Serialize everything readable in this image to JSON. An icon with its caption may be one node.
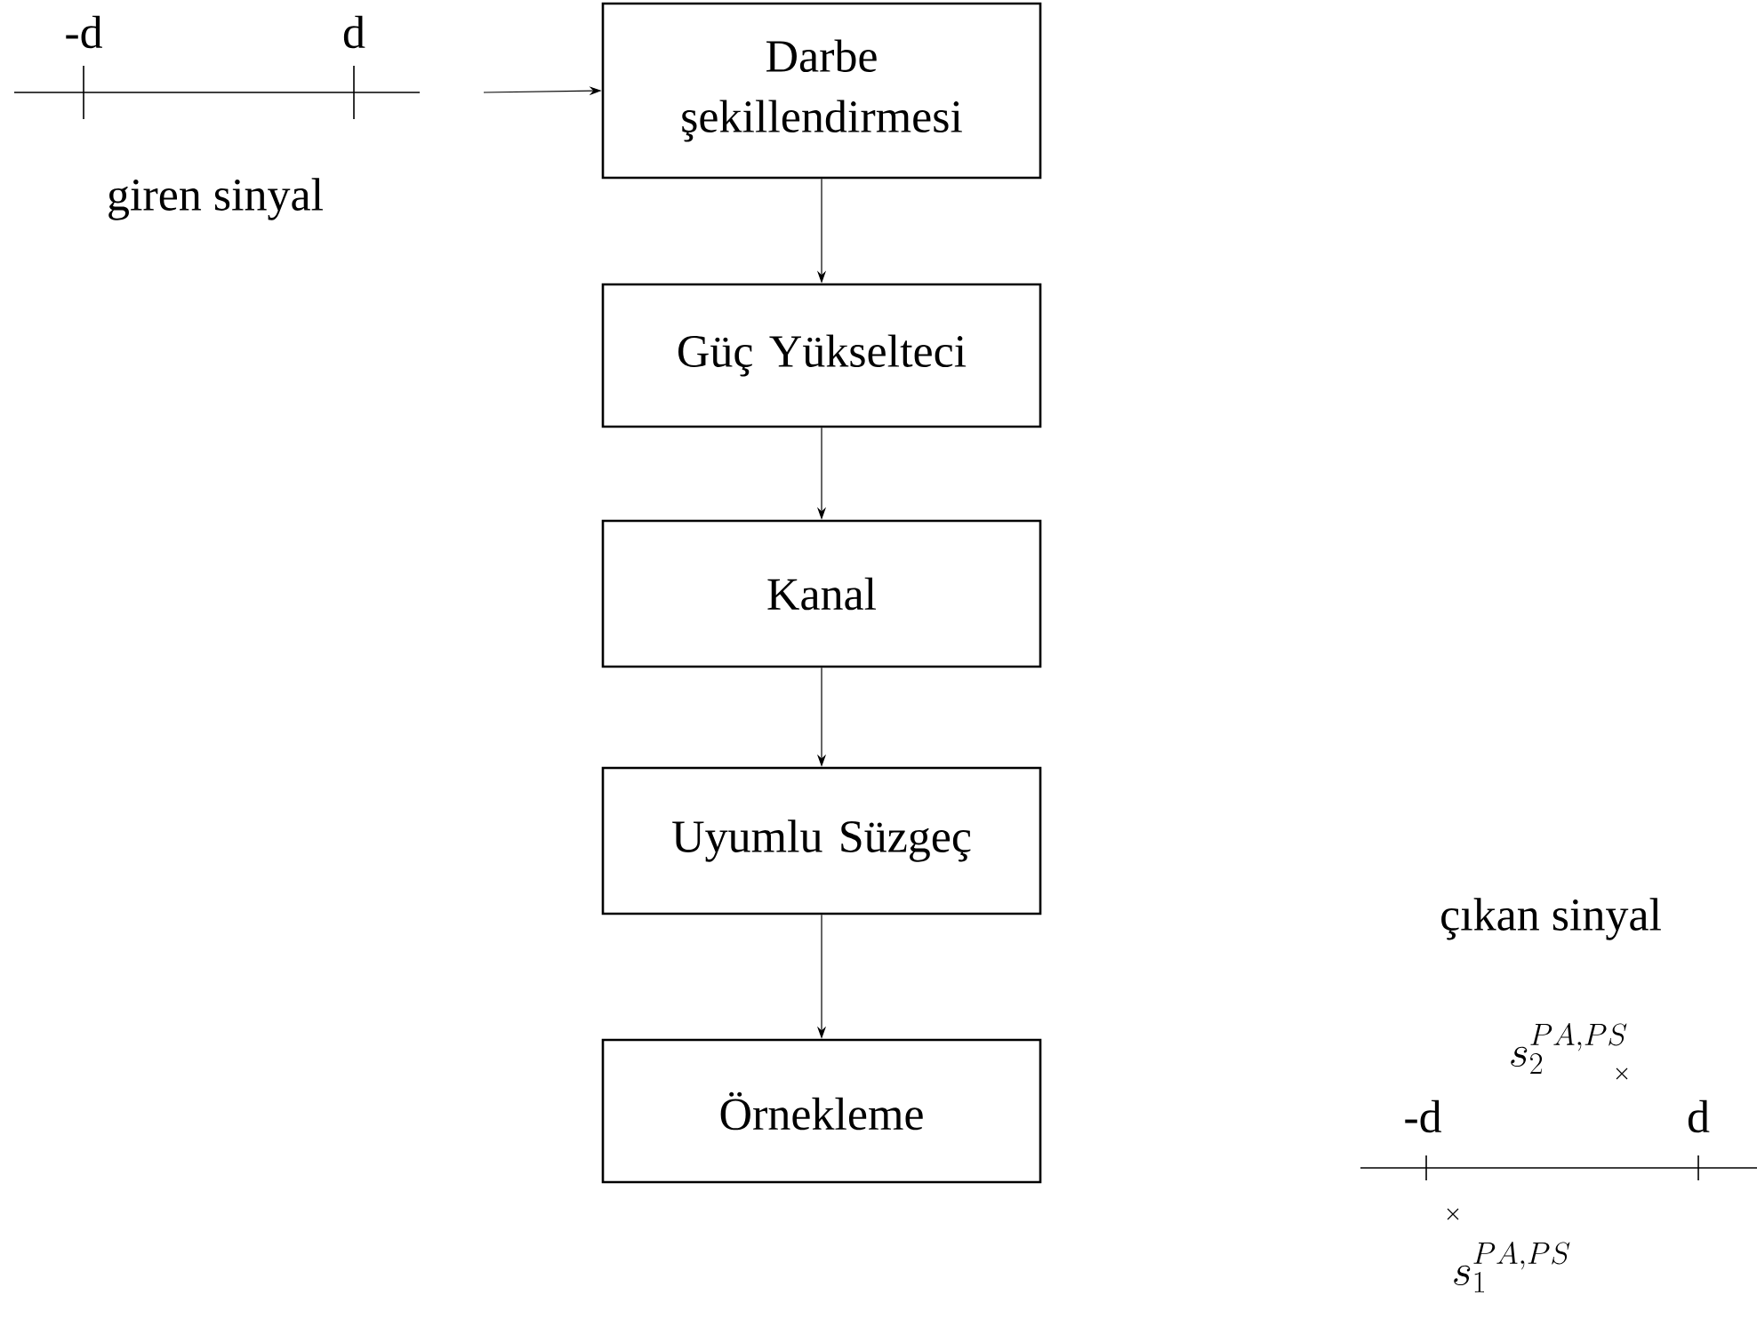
{
  "diagram": {
    "nodes": [
      {
        "text": [
          "Darbe şekillendirmesi"
        ]
      },
      {
        "text": [
          "Güç Yükselteci"
        ]
      },
      {
        "text": [
          "Kanal"
        ]
      },
      {
        "text": [
          "Uyumlu Süzgeç"
        ]
      },
      {
        "text": [
          "Örnekleme"
        ]
      }
    ],
    "edges": [
      {
        "from": null,
        "to": 0,
        "arrow": "to"
      },
      {
        "from": 0,
        "to": 1,
        "arrow": "to"
      },
      {
        "from": 1,
        "to": 2,
        "arrow": "to"
      },
      {
        "from": 2,
        "to": 3,
        "arrow": "to"
      },
      {
        "from": 3,
        "to": 4,
        "arrow": "to"
      }
    ],
    "labels": [
      "-d",
      "d",
      "giren sinyal",
      "çıkan sinyal",
      "s_2^{PA,PS}",
      "-d",
      "d",
      "s_1^{PA,PS}"
    ]
  }
}
